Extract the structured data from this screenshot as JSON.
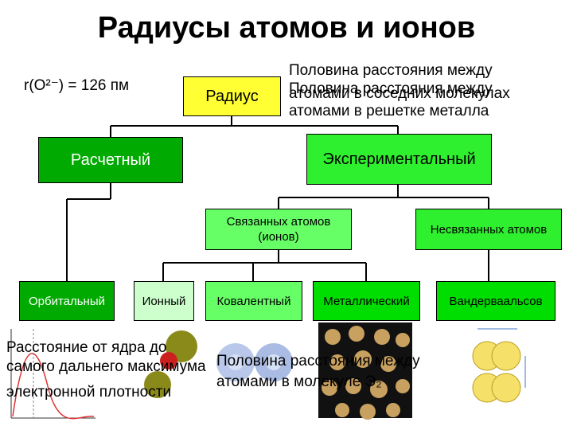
{
  "title": "Радиусы атомов и ионов",
  "formula": "r(O²⁻) = 126 пм",
  "radius_label": "Радиус",
  "definition_lines": [
    "Половина расстояния между",
    "атомами в соседних молекулах"
  ],
  "definition_ghost": "Половина расстояния между",
  "metal_definition": "атомами в решетке металла",
  "calculated_label": "Расчетный",
  "experimental_label": "Экспериментальный",
  "bound_label": [
    "Связанных атомов",
    "(ионов)"
  ],
  "unbound_label": "Несвязанных атомов",
  "leaves": {
    "orbital": "Орбитальный",
    "ionic": "Ионный",
    "covalent": "Ковалентный",
    "metallic": "Металлический",
    "vdw": "Вандерваальсов"
  },
  "orbital_note": [
    "Расстояние от ядра до",
    "самого дальнего максимума",
    "электронной плотности"
  ],
  "covalent_note": [
    "Половина расстояния между",
    "атомами в молекуле Э₂"
  ],
  "colors": {
    "radius": "#ffff33",
    "calculated": "#00aa00",
    "experimental": "#2ef02e",
    "bound": "#66ff66",
    "ionic": "#ccffcc"
  }
}
